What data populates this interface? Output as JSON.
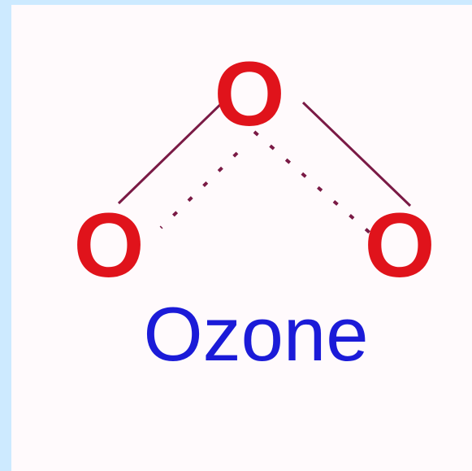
{
  "molecule": {
    "label": "Ozone",
    "atoms": [
      {
        "id": "top",
        "symbol": "O"
      },
      {
        "id": "left",
        "symbol": "O"
      },
      {
        "id": "right",
        "symbol": "O"
      }
    ]
  },
  "colors": {
    "atom": "#e0131b",
    "label": "#1b1bd8",
    "bond": "#7a1a45",
    "background": "#cdeaff",
    "panel": "#fffafc"
  }
}
